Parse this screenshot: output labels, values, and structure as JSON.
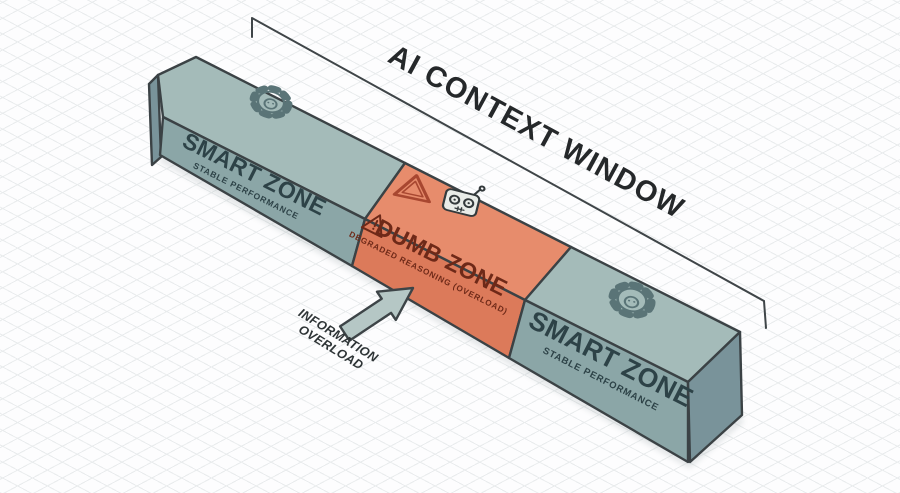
{
  "diagram": {
    "title": "AI CONTEXT WINDOW",
    "zones": [
      {
        "name": "SMART ZONE",
        "subtitle": "STABLE PERFORMANCE",
        "state": "stable"
      },
      {
        "name": "DUMB ZONE",
        "subtitle": "DEGRADED REASONING (OVERLOAD)",
        "state": "degraded"
      },
      {
        "name": "SMART ZONE",
        "subtitle": "STABLE PERFORMANCE",
        "state": "stable"
      }
    ],
    "annotation": {
      "line1": "INFORMATION",
      "line2": "OVERLOAD"
    },
    "icons": {
      "smart_zone": "gear-robot-icon",
      "dumb_zone_warning": "warning-triangle-icon",
      "dumb_zone_robot": "dizzy-robot-icon"
    },
    "colors": {
      "smart_top": "#a4bbb9",
      "smart_front": "#8ba6a7",
      "smart_side": "#79939a",
      "dumb_top": "#e78c6c",
      "dumb_front": "#dc7a5a",
      "outline": "#3b4245",
      "smart_text": "#2d4247",
      "dumb_text": "#6e2918",
      "title_text": "#25282a",
      "arrow_fill": "#b5c7c5",
      "annotation_text": "#2e3436",
      "grid_line": "#e9eced",
      "background": "#fdfdfe"
    }
  }
}
